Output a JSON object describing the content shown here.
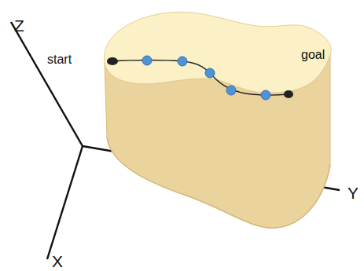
{
  "diagram": {
    "labels": [
      "Z",
      "start",
      "goal",
      "Y",
      "X"
    ]
  }
}
